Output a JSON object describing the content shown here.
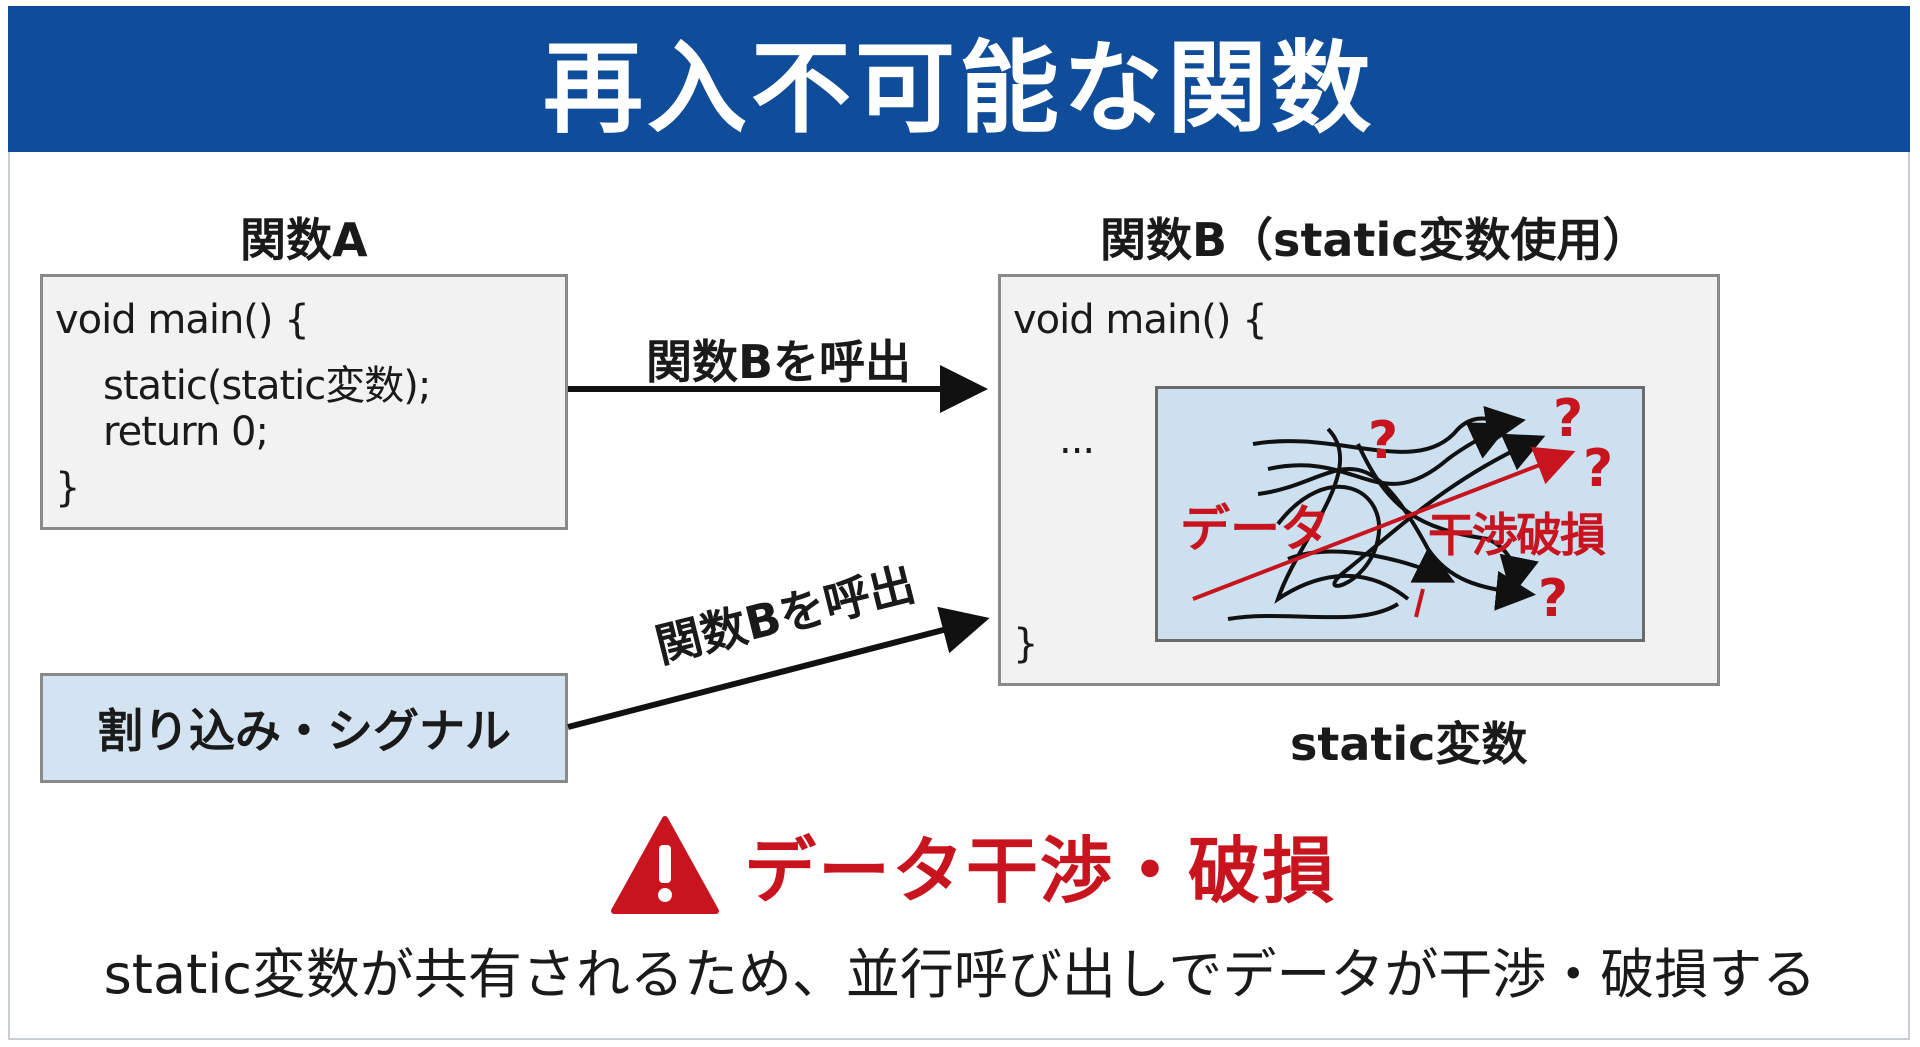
{
  "title": "再入不可能な関数",
  "function_a": {
    "label": "関数A",
    "code_lines": [
      "void main() {",
      "static(static変数);",
      "return 0;",
      "}"
    ]
  },
  "function_b": {
    "label": "関数B（static変数使用）",
    "code_open": "void main() {",
    "code_ellipsis": "...",
    "code_close": "}",
    "static_label": "static変数"
  },
  "interference": {
    "left_text": "データ",
    "right_text": "干渉破損",
    "question_marks": [
      "?",
      "?",
      "?",
      "?"
    ]
  },
  "signal_box": {
    "label": "割り込み・シグナル"
  },
  "arrows": {
    "top_label": "関数Bを呼出",
    "bottom_label": "関数Bを呼出"
  },
  "warning": {
    "icon": "warning-triangle-icon",
    "text": "データ干渉・破損"
  },
  "description": "static変数が共有されるため、並行呼び出しでデータが干渉・破損する",
  "colors": {
    "header_bg": "#0f4c99",
    "warning_red": "#c8141e",
    "box_blue": "#cde0f0"
  }
}
